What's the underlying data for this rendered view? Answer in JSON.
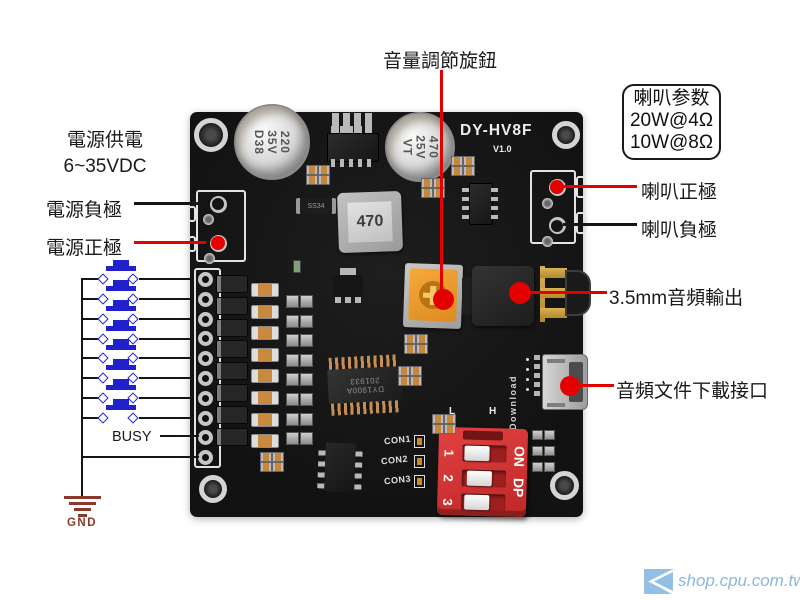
{
  "colors": {
    "annotation_red": "#e50000",
    "annotation_black": "#151515",
    "button_blue": "#2020cc",
    "gnd_maroon": "#8a3a2a",
    "dip_red": "#d23030",
    "watermark_blue": "#8cb6e2"
  },
  "callouts": {
    "volume_knob": "音量調節旋鈕",
    "power_supply_line1": "電源供電",
    "power_supply_line2": "6~35VDC",
    "power_negative": "電源負極",
    "power_positive": "電源正極",
    "speaker_positive": "喇叭正極",
    "speaker_negative": "喇叭負極",
    "audio_output_35mm": "3.5mm音頻輸出",
    "download_interface": "音頻文件下載接口",
    "busy_pin": "BUSY",
    "ground": "GND"
  },
  "speaker_params_box": {
    "title": "喇叭参数",
    "power_4ohm": "20W@4Ω",
    "power_8ohm": "10W@8Ω"
  },
  "pcb": {
    "model": "DY-HV8F",
    "version": "V1.0",
    "capacitor_large": {
      "value": "220",
      "voltage": "35V",
      "code": "D38"
    },
    "capacitor_small": {
      "value": "470",
      "voltage": "25V",
      "code": "VT"
    },
    "inductor_value": "470",
    "diode_marking": "SS34",
    "main_chip": {
      "line1": "DY1900A",
      "line2": "201933"
    },
    "usb_label": "Download",
    "connector_labels": [
      "CON1",
      "CON2",
      "CON3"
    ],
    "gain_labels": {
      "low": "L",
      "high": "H"
    },
    "dip_switch": {
      "on_label": "ON",
      "dp_label": "DP",
      "positions": [
        "1",
        "2",
        "3"
      ]
    }
  },
  "watermark": {
    "site": "shop.cpu.com.tw"
  }
}
